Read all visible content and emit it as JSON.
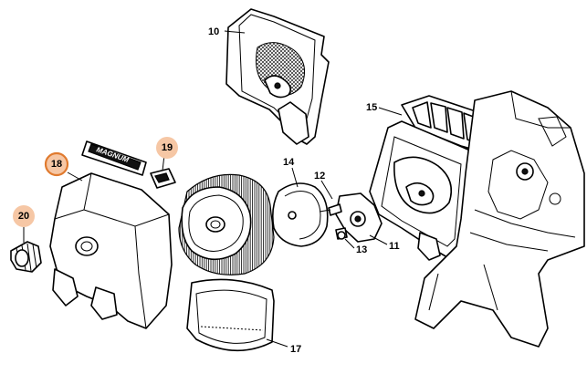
{
  "diagram": {
    "type": "exploded-parts-diagram",
    "colors": {
      "highlight_fill": "#f6c7a5",
      "highlight_outline": "#e07a2e",
      "line": "#000000"
    },
    "logo_text": "MAGNUM",
    "callouts": [
      {
        "id": "10",
        "label": "10",
        "highlighted": false
      },
      {
        "id": "11",
        "label": "11",
        "highlighted": false
      },
      {
        "id": "12",
        "label": "12",
        "highlighted": false
      },
      {
        "id": "13",
        "label": "13",
        "highlighted": false
      },
      {
        "id": "14",
        "label": "14",
        "highlighted": false
      },
      {
        "id": "15",
        "label": "15",
        "highlighted": false
      },
      {
        "id": "17",
        "label": "17",
        "highlighted": false
      },
      {
        "id": "18",
        "label": "18",
        "highlighted": true,
        "outlined": true
      },
      {
        "id": "19",
        "label": "19",
        "highlighted": true
      },
      {
        "id": "20",
        "label": "20",
        "highlighted": true
      }
    ]
  }
}
